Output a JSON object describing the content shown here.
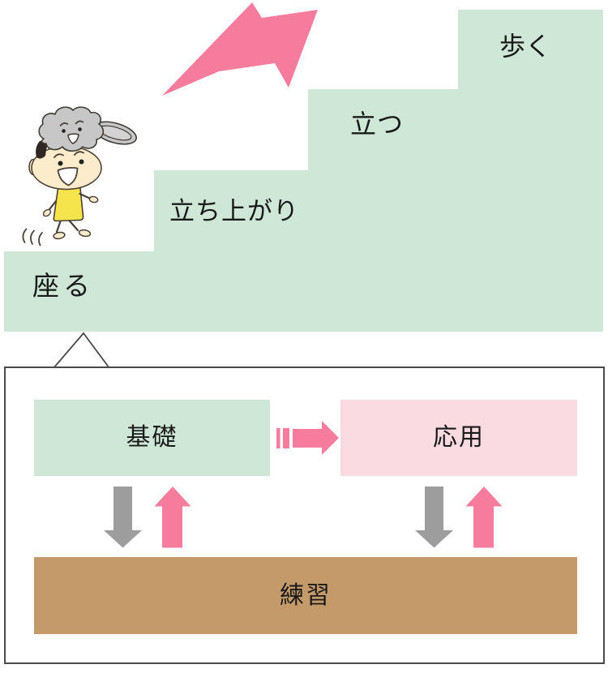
{
  "stairs": {
    "steps": [
      {
        "label": "座る"
      },
      {
        "label": "立ち上がり"
      },
      {
        "label": "立つ"
      },
      {
        "label": "歩く"
      }
    ],
    "growth_arrow": "up-right"
  },
  "panel": {
    "basic_label": "基礎",
    "applied_label": "応用",
    "practice_label": "練習",
    "arrows": [
      {
        "from": "基礎",
        "to": "応用",
        "style": "striped-right"
      },
      {
        "from": "基礎",
        "to": "練習",
        "style": "down-gray"
      },
      {
        "from": "練習",
        "to": "基礎",
        "style": "up-pink"
      },
      {
        "from": "応用",
        "to": "練習",
        "style": "down-gray"
      },
      {
        "from": "練習",
        "to": "応用",
        "style": "up-pink"
      }
    ]
  },
  "colors": {
    "step_green": "#cee7d6",
    "accent_pink": "#f67c9d",
    "light_pink": "#fbdbe2",
    "practice_brown": "#c59a6b",
    "arrow_gray": "#9d9d9d",
    "line_dark": "#4a4a4a",
    "text_dark": "#1a1a1a"
  }
}
